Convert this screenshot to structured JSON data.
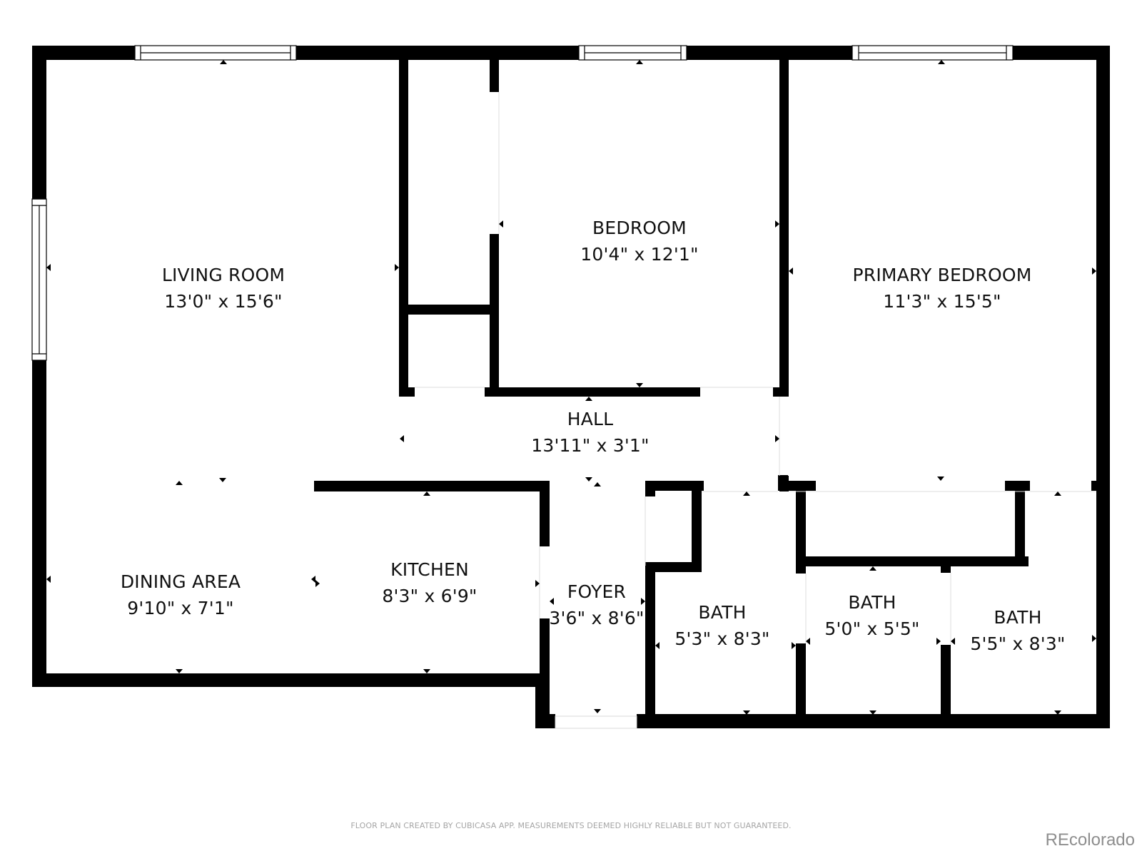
{
  "floor_plan": {
    "rooms": [
      {
        "id": "living-room",
        "name": "LIVING ROOM",
        "dimensions": "13'0\" x 15'6\""
      },
      {
        "id": "bedroom",
        "name": "BEDROOM",
        "dimensions": "10'4\" x 12'1\""
      },
      {
        "id": "primary-bedroom",
        "name": "PRIMARY BEDROOM",
        "dimensions": "11'3\" x 15'5\""
      },
      {
        "id": "hall",
        "name": "HALL",
        "dimensions": "13'11\" x 3'1\""
      },
      {
        "id": "dining-area",
        "name": "DINING AREA",
        "dimensions": "9'10\" x 7'1\""
      },
      {
        "id": "kitchen",
        "name": "KITCHEN",
        "dimensions": "8'3\" x 6'9\""
      },
      {
        "id": "foyer",
        "name": "FOYER",
        "dimensions": "3'6\" x 8'6\""
      },
      {
        "id": "bath-1",
        "name": "BATH",
        "dimensions": "5'3\" x 8'3\""
      },
      {
        "id": "bath-2",
        "name": "BATH",
        "dimensions": "5'0\" x 5'5\""
      },
      {
        "id": "bath-3",
        "name": "BATH",
        "dimensions": "5'5\" x 8'3\""
      }
    ],
    "colors": {
      "wall": "#000000",
      "background": "#ffffff",
      "footer_text": "#a5a5a5",
      "brand_text": "#8e8e8e"
    }
  },
  "footer": {
    "disclaimer": "FLOOR PLAN CREATED BY CUBICASA APP. MEASUREMENTS DEEMED HIGHLY RELIABLE BUT NOT GUARANTEED.",
    "brand": "REcolorado"
  }
}
